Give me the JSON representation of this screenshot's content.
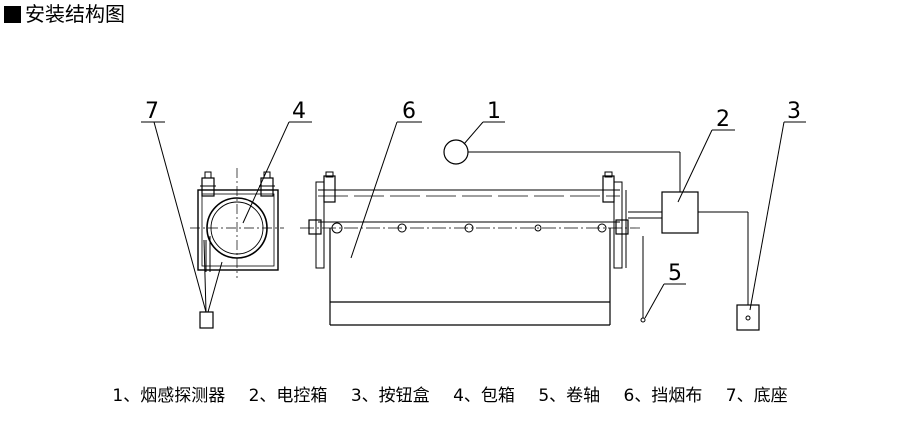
{
  "header": {
    "title": "安装结构图"
  },
  "callouts": {
    "c1": "1",
    "c2": "2",
    "c3": "3",
    "c4": "4",
    "c5": "5",
    "c6": "6",
    "c7": "7"
  },
  "legend": {
    "items": [
      "1、烟感探测器",
      "2、电控箱",
      "3、按钮盒",
      "4、包箱",
      "5、卷轴",
      "6、挡烟布",
      "7、底座"
    ]
  }
}
